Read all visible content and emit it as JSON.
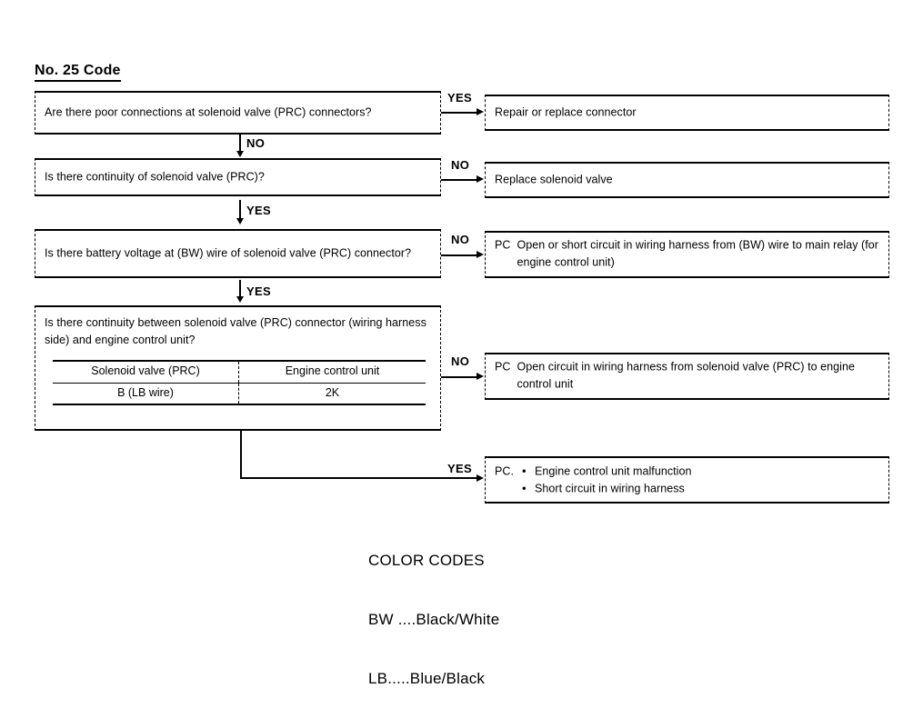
{
  "title": "No. 25 Code",
  "questions": [
    {
      "id": "q1",
      "text": "Are there poor connections at solenoid valve (PRC) connectors?"
    },
    {
      "id": "q2",
      "text": "Is there continuity of solenoid valve (PRC)?"
    },
    {
      "id": "q3",
      "text": "Is there battery voltage at (BW) wire of solenoid valve (PRC) connector?"
    },
    {
      "id": "q4",
      "text": "Is there continuity between solenoid valve (PRC) connector (wiring harness side) and engine control unit?",
      "table": {
        "headers": [
          "Solenoid valve (PRC)",
          "Engine control unit"
        ],
        "rows": [
          [
            "B (LB wire)",
            "2K"
          ]
        ]
      }
    }
  ],
  "results": [
    {
      "id": "r1",
      "text": "Repair or replace connector"
    },
    {
      "id": "r2",
      "text": "Replace solenoid valve"
    },
    {
      "id": "r3",
      "prefix": "PC",
      "text": "Open or short circuit in wiring harness from (BW) wire to main relay (for engine control unit)"
    },
    {
      "id": "r4",
      "prefix": "PC",
      "text": "Open circuit in wiring harness from solenoid valve (PRC) to engine control unit"
    },
    {
      "id": "r5",
      "prefix": "PC.",
      "bullets": [
        "Engine control unit malfunction",
        "Short circuit in wiring harness"
      ]
    }
  ],
  "branch_labels": {
    "q1_yes": "YES",
    "q1_no": "NO",
    "q2_no": "NO",
    "q2_yes": "YES",
    "q3_no": "NO",
    "q3_yes": "YES",
    "q4_no": "NO",
    "q4_yes": "YES"
  },
  "legend": {
    "title": "COLOR CODES",
    "lines": [
      "BW ....Black/White",
      "LB.....Blue/Black"
    ]
  },
  "colors": {
    "ink": "#000000",
    "paper": "#ffffff"
  }
}
